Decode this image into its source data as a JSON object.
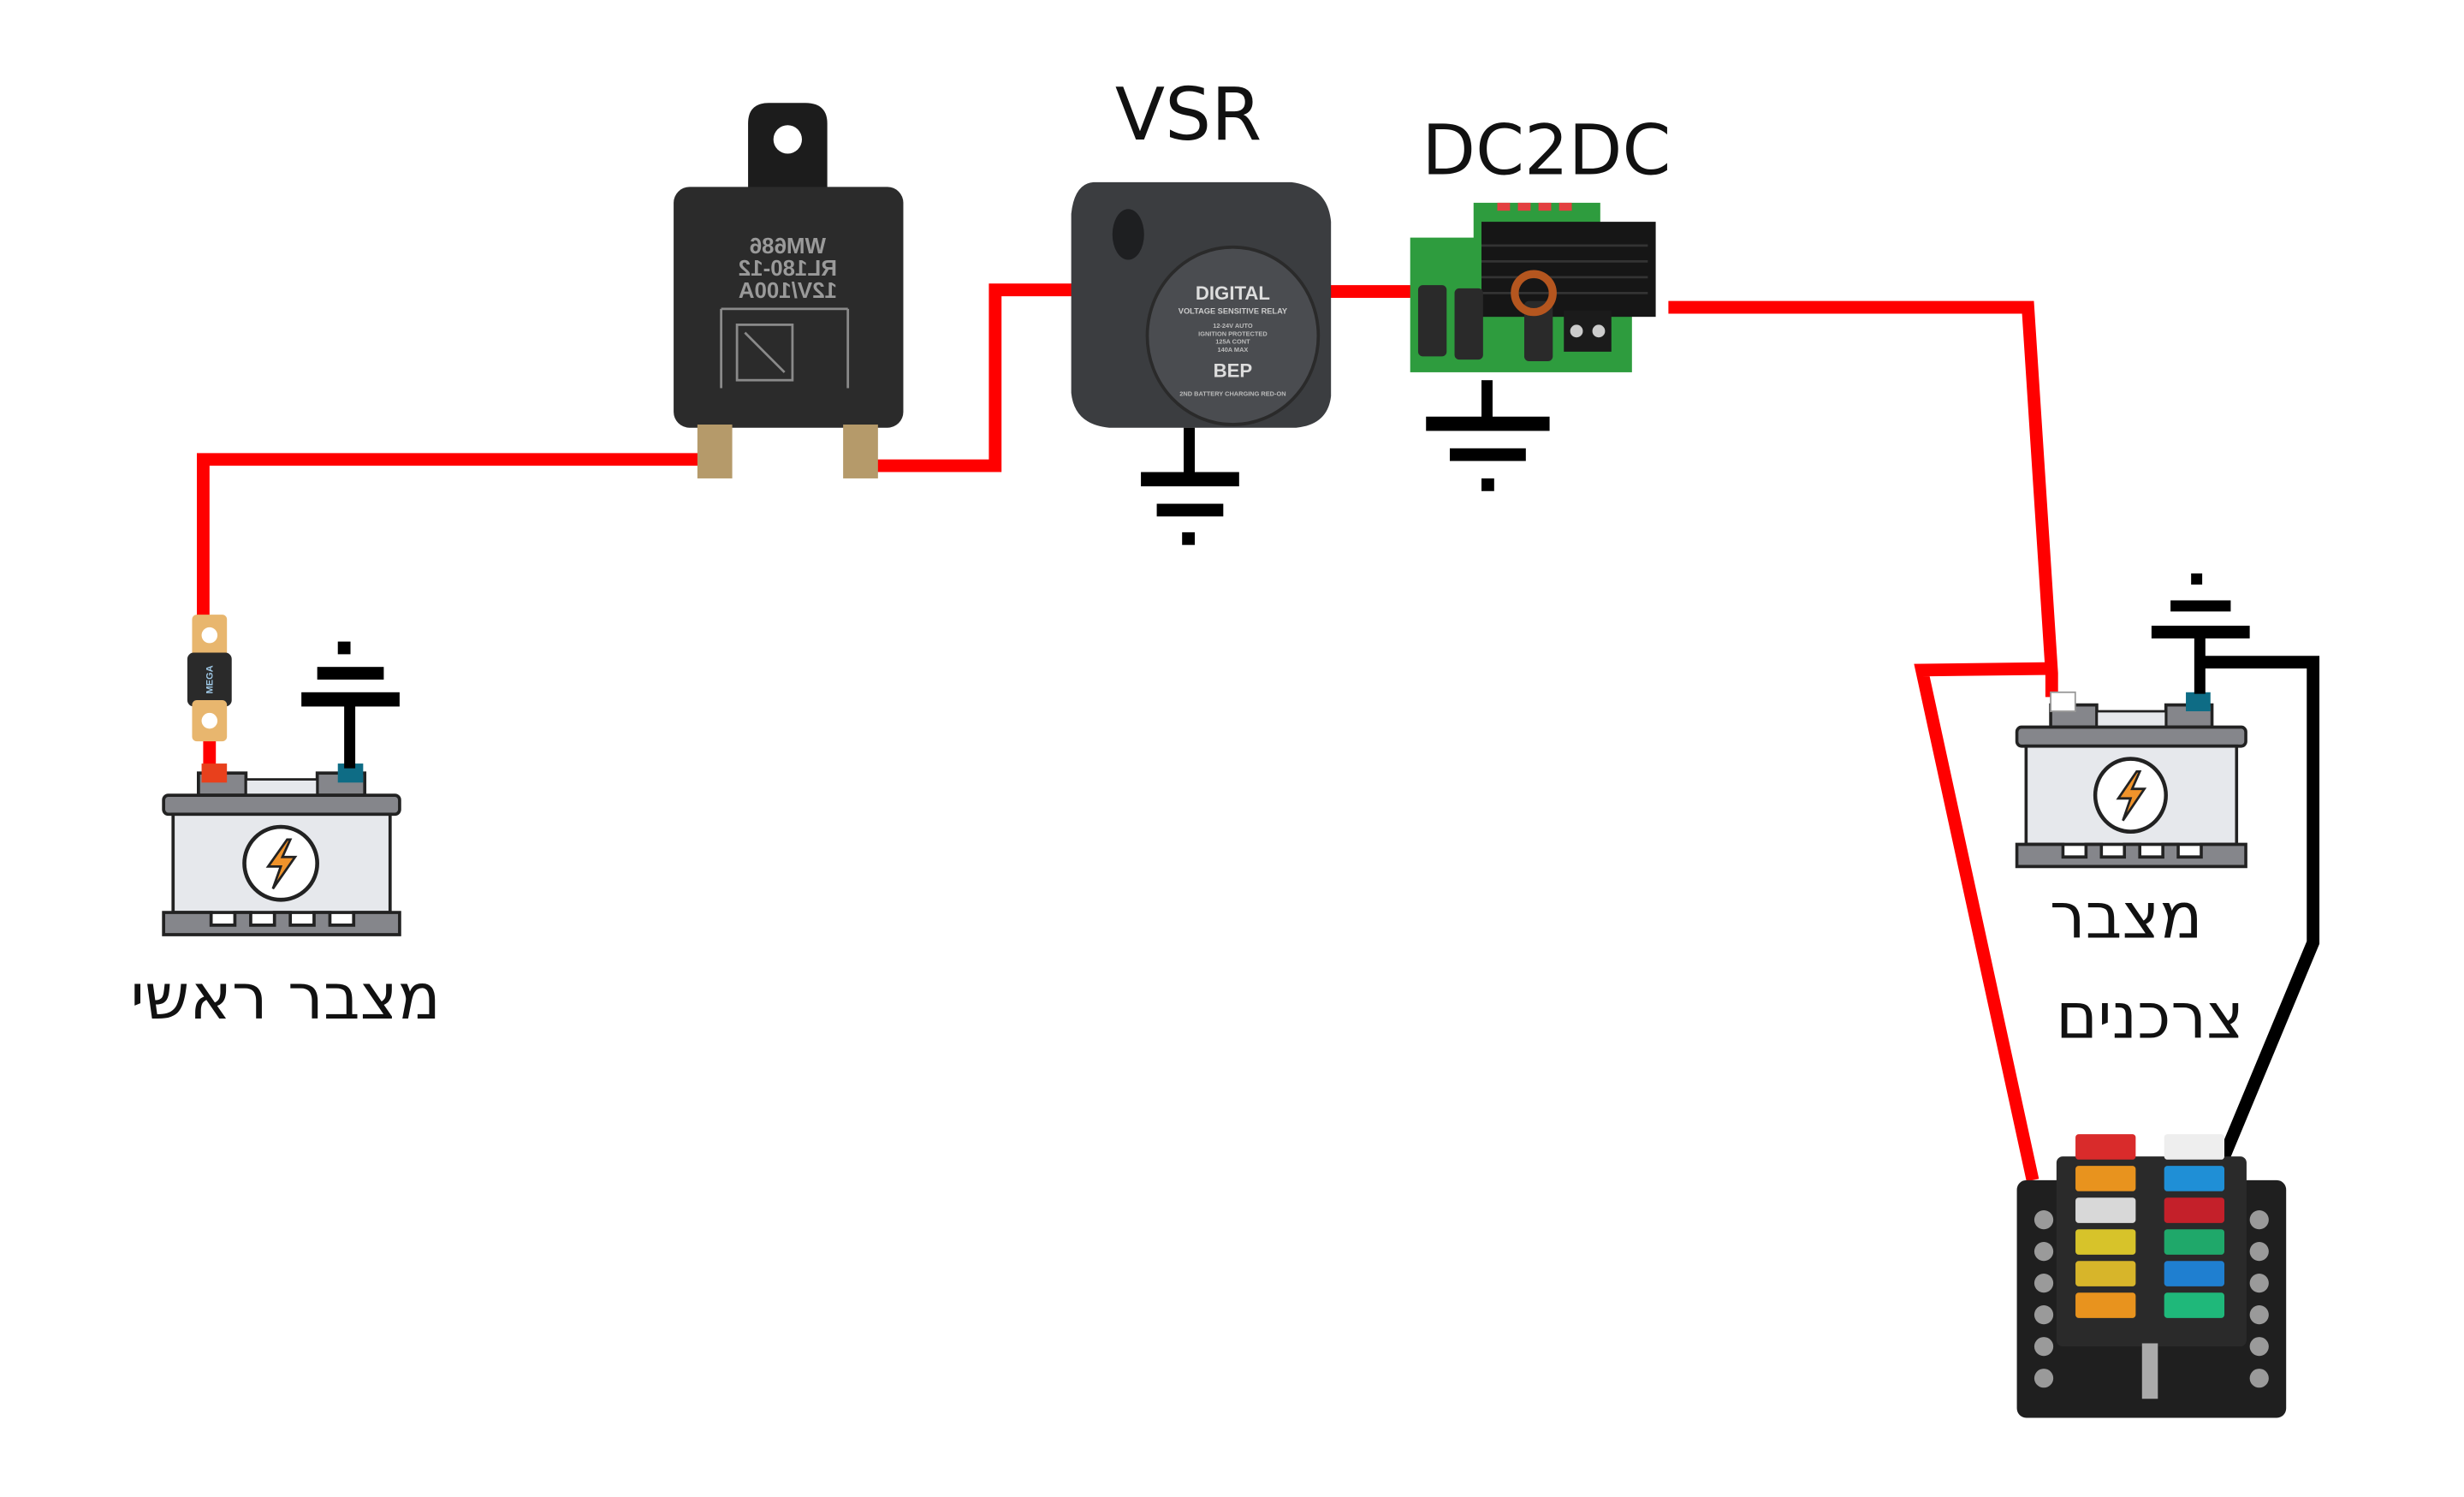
{
  "labels": {
    "vsr": "VSR",
    "dc2dc": "DC2DC",
    "main_battery": "מצבר ראשי",
    "aux_battery_line1": "מצבר",
    "aux_battery_line2": "צרכנים"
  },
  "relay": {
    "line1": "WM686",
    "line2": "RL180-12",
    "line3": "12V/100A"
  },
  "vsr_device": {
    "title": "DIGITAL",
    "subtitle": "VOLTAGE SENSITIVE RELAY",
    "spec1": "12-24V AUTO",
    "spec2": "IGNITION PROTECTED",
    "spec3": "125A CONT",
    "spec4": "140A MAX",
    "brand": "BEP",
    "footer": "2ND BATTERY CHARGING RED-ON"
  },
  "fuse": {
    "label": "MEGA"
  },
  "colors": {
    "positive_wire": "#ff0000",
    "ground_wire": "#000000",
    "battery_body": "#e6e8ec",
    "battery_frame": "#85868b",
    "bolt": "#f0932b",
    "terminal_positive": "#e8401c",
    "terminal_negative": "#0e6c85"
  },
  "fuse_box": {
    "left_column": [
      "#d92b2b",
      "#e8931e",
      "#d8d8d8",
      "#d7c32a",
      "#d7b52a",
      "#e8931e"
    ],
    "right_column": [
      "#eeeeee",
      "#1f8fd6",
      "#c4202a",
      "#1fa86a",
      "#1f7fd0",
      "#1fb87a"
    ]
  }
}
